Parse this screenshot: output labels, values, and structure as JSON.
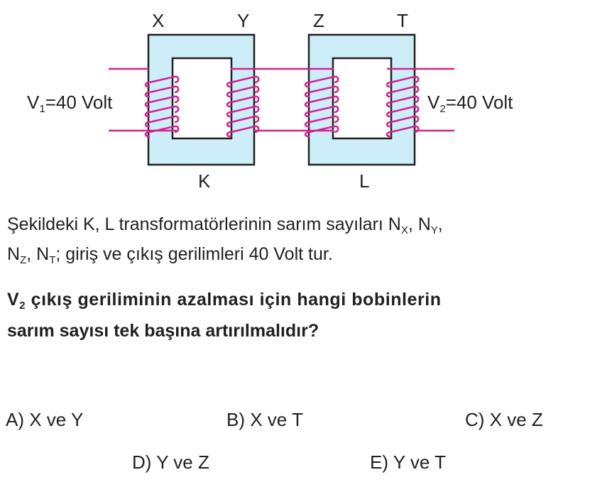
{
  "diagram": {
    "coil_labels": [
      "X",
      "Y",
      "Z",
      "T"
    ],
    "core_labels": [
      "K",
      "L"
    ],
    "v1": {
      "name": "V",
      "sub": "1",
      "value": "=40 Volt"
    },
    "v2": {
      "name": "V",
      "sub": "2",
      "value": "=40 Volt"
    },
    "colors": {
      "core": "#cdeef8",
      "wire": "#d6218f"
    }
  },
  "question": {
    "line1_a": "Şekildeki K, L transformatörlerinin sarım sayıları N",
    "line1_sub1": "X",
    "line1_b": ", N",
    "line1_sub2": "Y",
    "line1_c": ",",
    "line2_a": "N",
    "line2_sub1": "Z",
    "line2_b": ", N",
    "line2_sub2": "T",
    "line2_c": "; giriş ve çıkış gerilimleri 40 Volt tur.",
    "bold1_a": "V",
    "bold1_sub": "2",
    "bold1_b": " çıkış geriliminin azalması için hangi bobinlerin",
    "bold2": "sarım sayısı tek başına artırılmalıdır?"
  },
  "options": [
    "A) X ve Y",
    "B) X ve T",
    "C) X ve Z",
    "D) Y ve Z",
    "E) Y ve T"
  ]
}
